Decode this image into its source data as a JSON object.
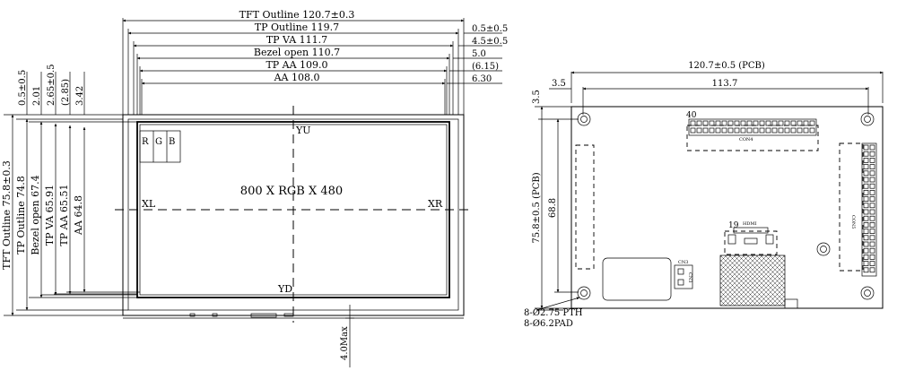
{
  "front_view": {
    "top_dims": {
      "tft_outline": "TFT Outline 120.7±0.3",
      "tp_outline": "TP Outline 119.7",
      "tp_va": "TP VA 111.7",
      "bezel_open": "Bezel open 110.7",
      "tp_aa": "TP AA 109.0",
      "aa": "AA 108.0"
    },
    "right_dims": [
      "0.5±0.5",
      "4.5±0.5",
      "5.0",
      "(6.15)",
      "6.30"
    ],
    "left_dims": {
      "tft_outline": "TFT Outline 75.8±0.3",
      "tp_outline": "TP Outline 74.8",
      "bezel_open": "Bezel open 67.4",
      "tp_va": "TP VA 65.91",
      "tp_aa": "TP AA 65.51",
      "aa": "AA 64.8"
    },
    "top_left_dims": [
      "0.5±0.5",
      "2.01",
      "2.65±0.5",
      "(2.85)",
      "3.42"
    ],
    "screen": {
      "resolution": "800 X RGB X 480",
      "yu": "YU",
      "yd": "YD",
      "xl": "XL",
      "xr": "XR",
      "rgb": [
        "R",
        "G",
        "B"
      ]
    },
    "max_thickness": "4.0Max"
  },
  "back_view": {
    "pcb_width": "120.7±0.5 (PCB)",
    "hole_offset_x": "3.5",
    "hole_pitch_x": "113.7",
    "hole_offset_y": "3.5",
    "pcb_height": "75.8±0.5 (PCB)",
    "hole_pitch_y": "68.8",
    "con4_pin": "40",
    "con4_label": "CON4",
    "con5_label": "CON5",
    "hdmi_pin": "19",
    "hdmi_label": "HDMI",
    "cn3_label": "CN3",
    "cn3_sub": "CN3",
    "hole_note_1": "8-Ø2.75 PTH",
    "hole_note_2": "8-Ø6.2PAD"
  }
}
